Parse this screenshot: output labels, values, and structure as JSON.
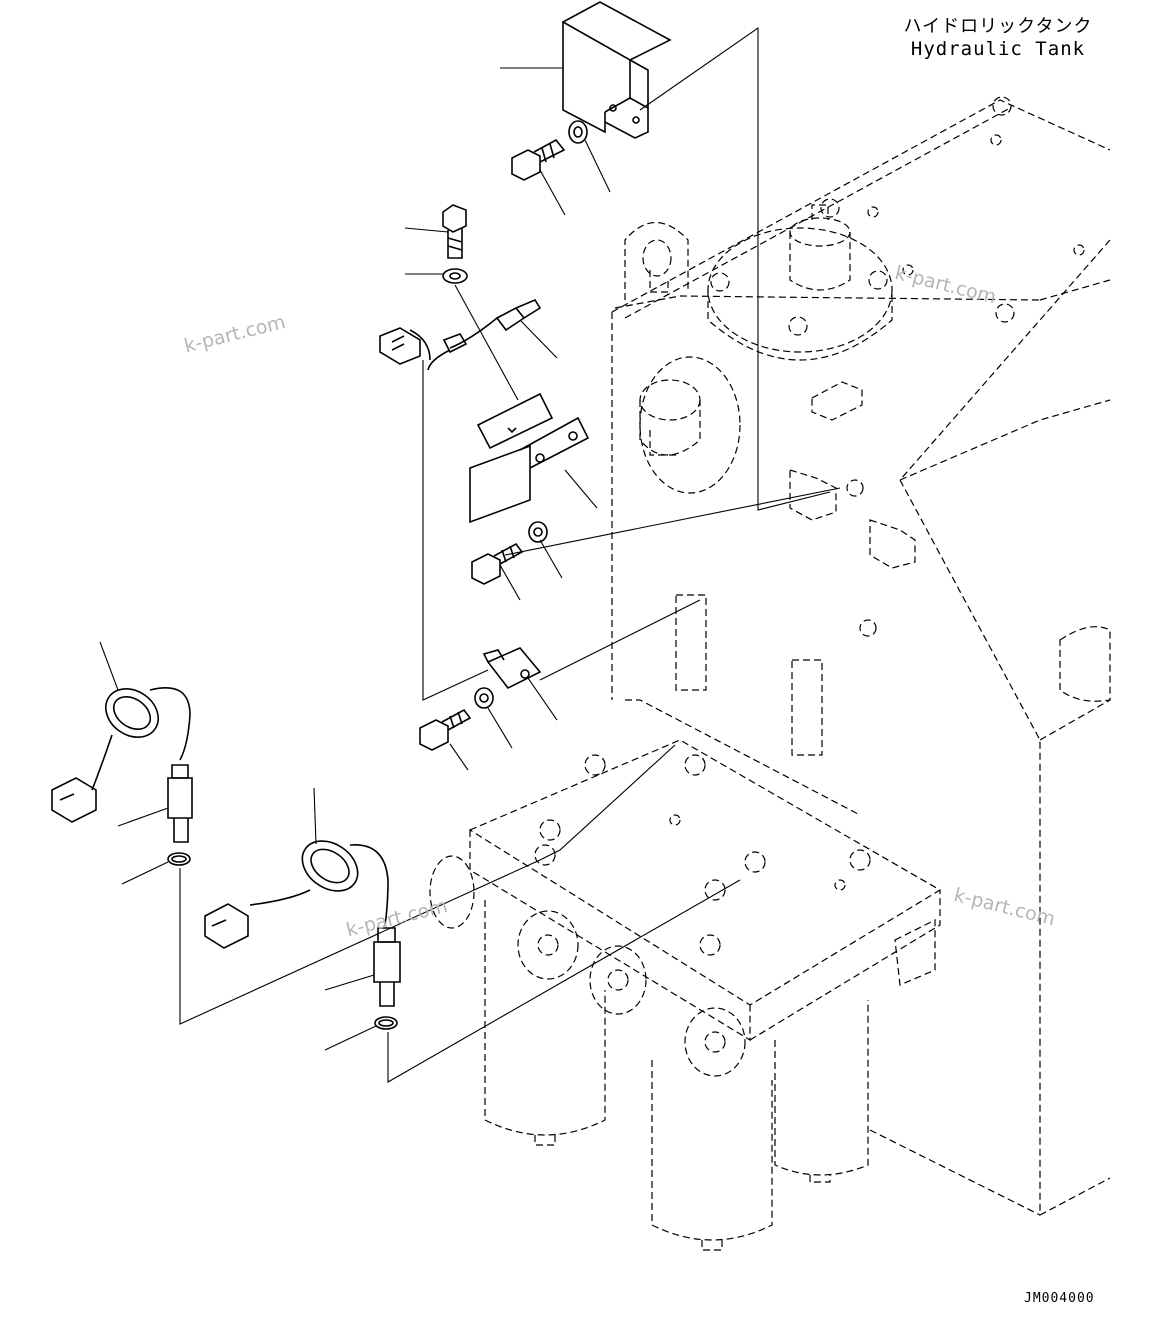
{
  "header": {
    "title_jp": "ハイドロリックタンク",
    "title_en": "Hydraulic Tank"
  },
  "footer": {
    "drawing_number": "JM004000"
  },
  "watermarks": [
    "k-part.com",
    "k-part.com",
    "k-part.com",
    "k-part.com"
  ],
  "colors": {
    "line": "#000000",
    "background": "#ffffff",
    "watermark": "#b5b5b5"
  }
}
